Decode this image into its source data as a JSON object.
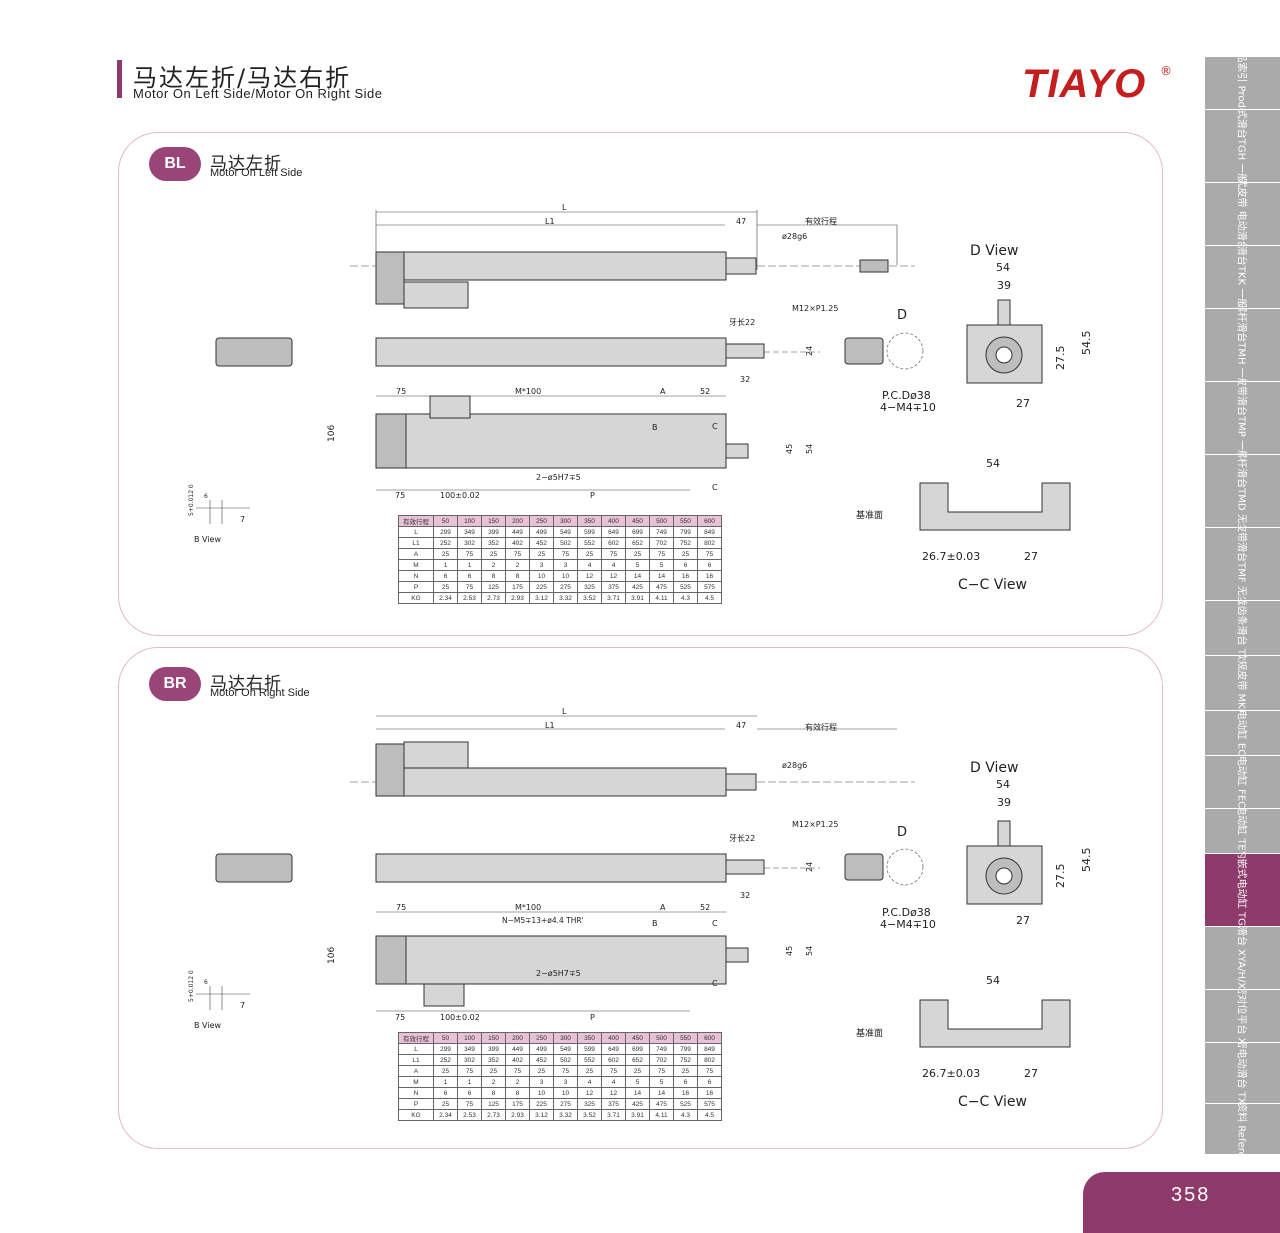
{
  "header": {
    "title_cn": "马达左折/马达右折",
    "title_en": "Motor On Left Side/Motor On Right Side",
    "logo": "TIAYO",
    "logo_mark": "®"
  },
  "sections": [
    {
      "badge": "BL",
      "title_cn": "马达左折",
      "title_en": "Motor On Left Side"
    },
    {
      "badge": "BR",
      "title_cn": "马达右折",
      "title_en": "Motor On Right Side"
    }
  ],
  "drawing_labels": {
    "L": "L",
    "L1": "L1",
    "d47": "47",
    "stroke": "有效行程",
    "shaft": "ø28g6",
    "thread_len": "牙长22",
    "thread": "M12×P1.25",
    "d24": "24",
    "d32": "32",
    "D": "D",
    "d75": "75",
    "m100": "M*100",
    "A": "A",
    "d52": "52",
    "nthread": "N−M5∓13+ø4.4 THR'",
    "B": "B",
    "C": "C",
    "d106": "106",
    "d45": "45",
    "d54": "54",
    "pin": "2−ø5H7∓5",
    "tol": "100±0.02",
    "P": "P",
    "b_tol": "5+0.012 0",
    "b_6": "6",
    "b_7": "7",
    "b_view": "B View",
    "d_view": "D View",
    "d39": "39",
    "d54_5": "54.5",
    "d27_5": "27.5",
    "d27": "27",
    "pcd": "P.C.Dø38",
    "m4": "4−M4∓10",
    "ref_face": "基准面",
    "d26_7": "26.7±0.03",
    "c_view": "C−C View"
  },
  "spec_table": {
    "header": [
      "有效行程",
      "50",
      "100",
      "150",
      "200",
      "250",
      "300",
      "350",
      "400",
      "450",
      "500",
      "550",
      "600"
    ],
    "rows": [
      [
        "L",
        "299",
        "349",
        "399",
        "449",
        "499",
        "549",
        "599",
        "649",
        "699",
        "749",
        "799",
        "849"
      ],
      [
        "L1",
        "252",
        "302",
        "352",
        "402",
        "452",
        "502",
        "552",
        "602",
        "652",
        "702",
        "752",
        "802"
      ],
      [
        "A",
        "25",
        "75",
        "25",
        "75",
        "25",
        "75",
        "25",
        "75",
        "25",
        "75",
        "25",
        "75"
      ],
      [
        "M",
        "1",
        "1",
        "2",
        "2",
        "3",
        "3",
        "4",
        "4",
        "5",
        "5",
        "6",
        "6"
      ],
      [
        "N",
        "6",
        "6",
        "8",
        "8",
        "10",
        "10",
        "12",
        "12",
        "14",
        "14",
        "16",
        "16"
      ],
      [
        "P",
        "25",
        "75",
        "125",
        "175",
        "225",
        "275",
        "325",
        "375",
        "425",
        "475",
        "525",
        "575"
      ],
      [
        "KG",
        "2.34",
        "2.53",
        "2.73",
        "2.93",
        "3.12",
        "3.32",
        "3.52",
        "3.71",
        "3.91",
        "4.11",
        "4.3",
        "4.5"
      ]
    ]
  },
  "side_tabs": [
    {
      "label": "产品索引 Product",
      "active": false
    },
    {
      "label": "内嵌式滑台TGH 一般环境",
      "active": false
    },
    {
      "label": "内嵌式皮带 电动滑台TGP",
      "active": false
    },
    {
      "label": "铸铁滑台TKK 一般环境",
      "active": false
    },
    {
      "label": "标准螺杆滑台TMH 一般环境",
      "active": false
    },
    {
      "label": "标准皮带滑台TMP 一般环境",
      "active": false
    },
    {
      "label": "无尘螺杆滑台TMD 无尘环境",
      "active": false
    },
    {
      "label": "无尘皮带滑台TMF 无尘环境",
      "active": false
    },
    {
      "label": "重载齿条滑台 TMC",
      "active": false
    },
    {
      "label": "欧规皮带 MKR",
      "active": false
    },
    {
      "label": "电动缸 EC",
      "active": false
    },
    {
      "label": "电动缸 FEC",
      "active": false
    },
    {
      "label": "电动缸 TEY",
      "active": false
    },
    {
      "label": "内嵌式电动缸 TGY",
      "active": true
    },
    {
      "label": "直交滑台 XYA/H/XYMP",
      "active": false
    },
    {
      "label": "精密对位平台 XXY",
      "active": false
    },
    {
      "label": "精密电动滑台 TXYZ",
      "active": false
    },
    {
      "label": "参考资料 Reference",
      "active": false
    }
  ],
  "page_number": "358",
  "colors": {
    "accent": "#8e3b6b",
    "logo": "#c41e1e",
    "tab_gray": "#aaaaaa",
    "table_header": "#e8c1d6"
  }
}
